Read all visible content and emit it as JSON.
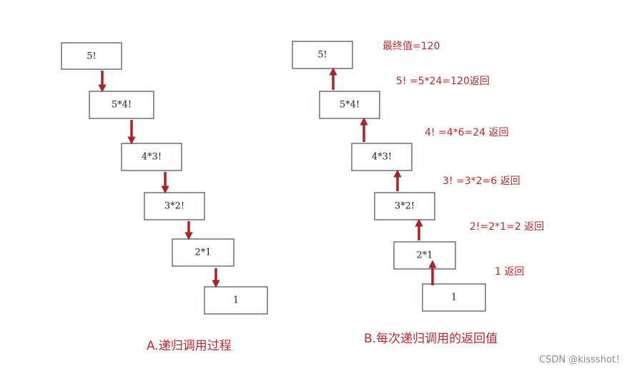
{
  "colors": {
    "arrow": "#b21f24",
    "text_red": "#c0282d",
    "box_border": "#3f4e61"
  },
  "panel_a": {
    "boxes": [
      "5!",
      "5*4!",
      "4*3!",
      "3*2!",
      "2*1",
      "1"
    ],
    "caption": "A.递归调用过程",
    "arrow_direction": "down"
  },
  "panel_b": {
    "boxes": [
      "5!",
      "5*4!",
      "4*3!",
      "3*2!",
      "2*1",
      "1"
    ],
    "final_value": "最终值=120",
    "return_notes": [
      "5! =5*24=120返回",
      "4! =4*6=24 返回",
      "3! =3*2=6 返回",
      "2!=2*1=2 返回",
      "1 返回"
    ],
    "caption": "B.每次递归调用的返回值",
    "arrow_direction": "up"
  },
  "watermark": "CSDN @kissshot！"
}
